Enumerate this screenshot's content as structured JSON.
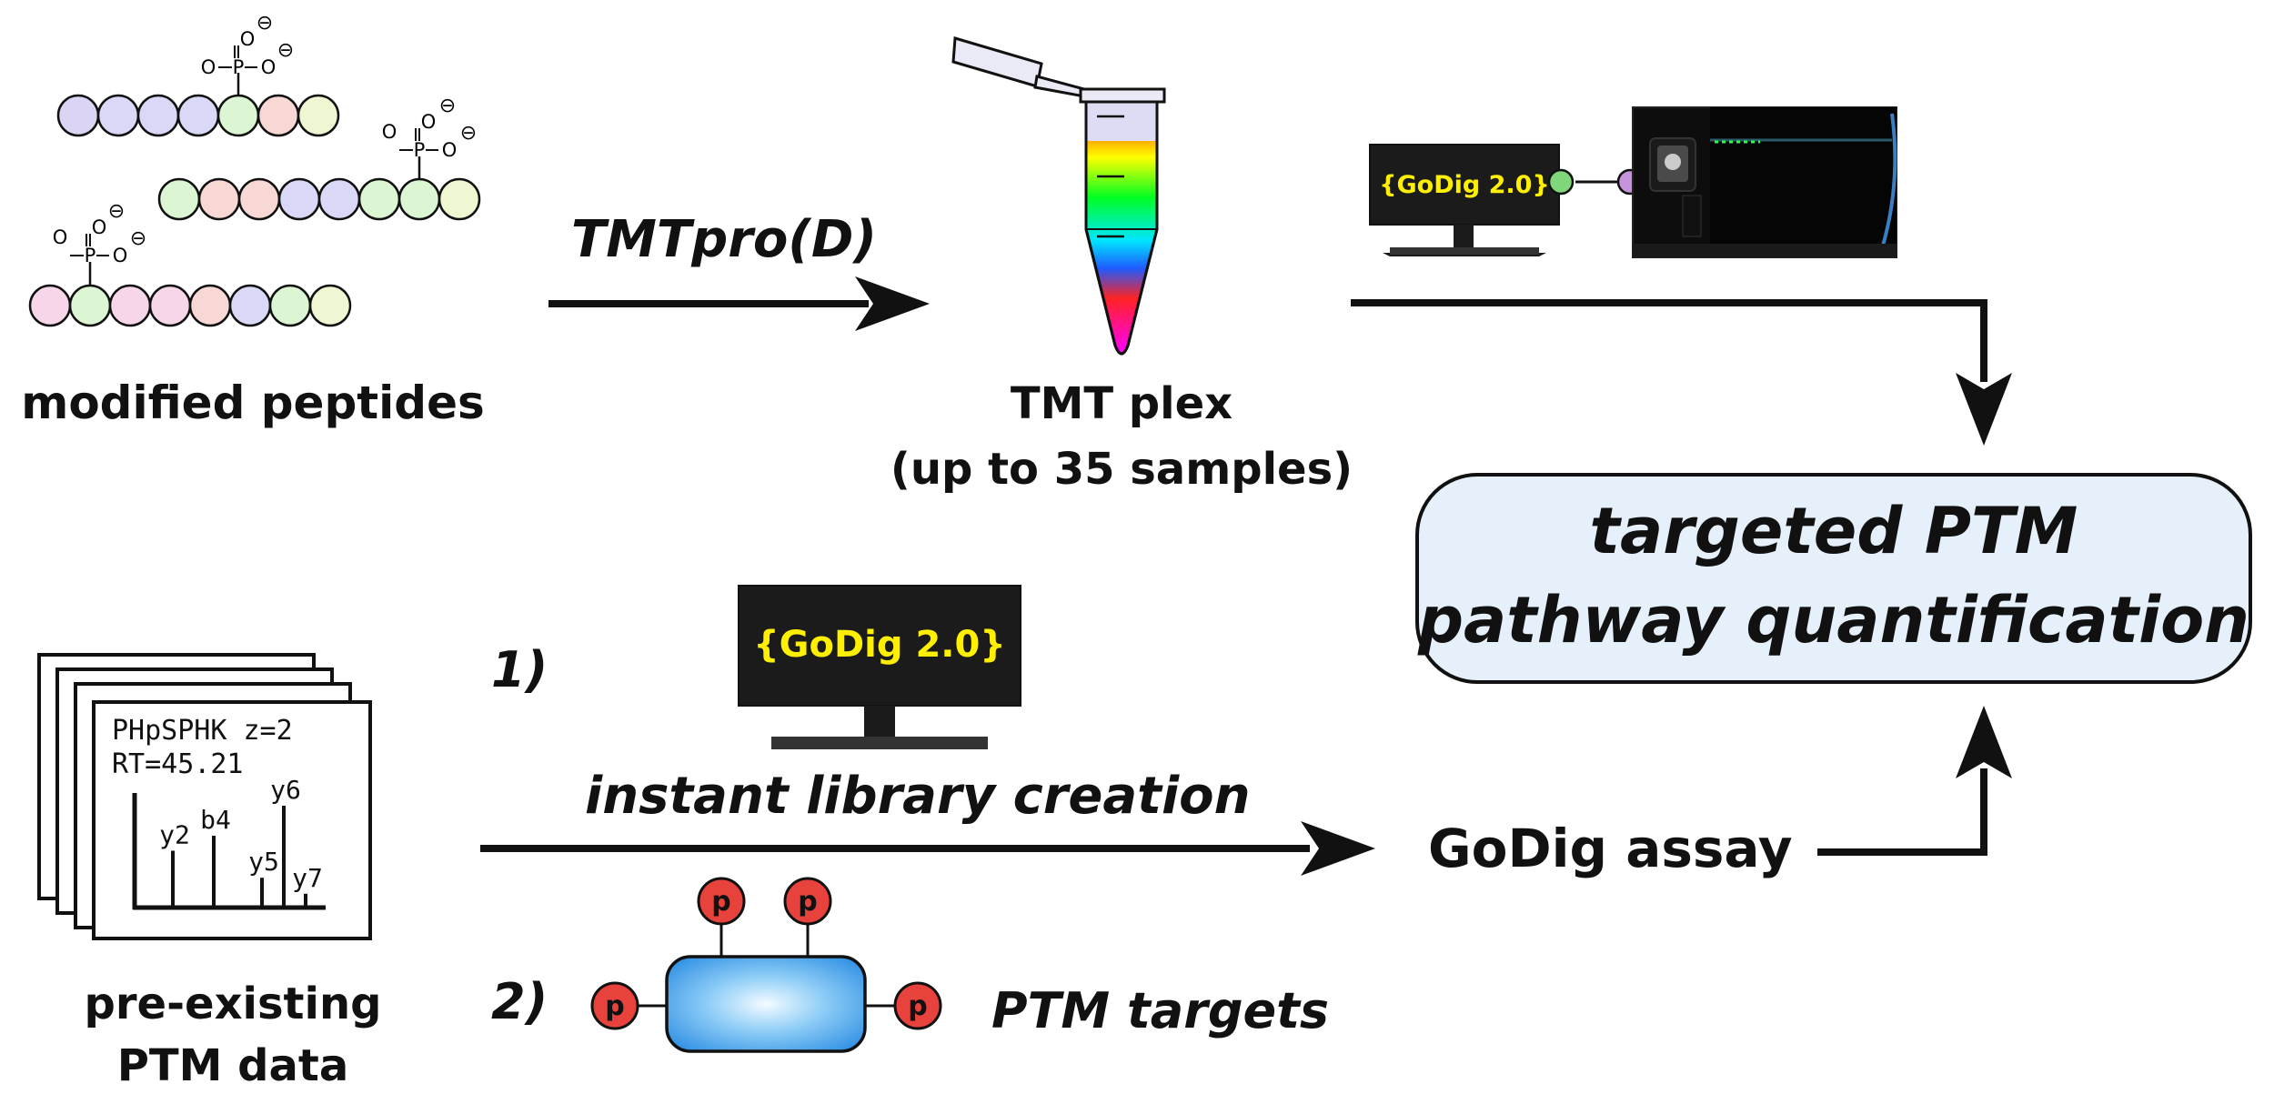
{
  "labels": {
    "modified_peptides": "modified peptides",
    "tmt_reagent": "TMTpro(D)",
    "tmt_plex_line1": "TMT plex",
    "tmt_plex_line2": "(up to 35 samples)",
    "pre_existing_line1": "pre-existing",
    "pre_existing_line2": "PTM data",
    "step1": "1)",
    "step2": "2)",
    "instant_library": "instant library creation",
    "ptm_targets": "PTM targets",
    "godig_assay": "GoDig assay",
    "result_line1": "targeted PTM",
    "result_line2": "pathway quantification",
    "godig_small": "{GoDig 2.0}",
    "godig_large": "{GoDig 2.0}"
  },
  "phospho": {
    "atom_o": "O",
    "atom_p": "P",
    "charge": "⊖",
    "p_badge": "p"
  },
  "spectrum_card": {
    "line1": "PHpSPHK z=2",
    "line2": "RT=45.21",
    "peaks": [
      {
        "label": "y2",
        "intensity": 0.55
      },
      {
        "label": "b4",
        "intensity": 0.7
      },
      {
        "label": "y5",
        "intensity": 0.28
      },
      {
        "label": "y6",
        "intensity": 1.0
      },
      {
        "label": "y7",
        "intensity": 0.12
      }
    ]
  },
  "colors": {
    "result_box_fill": "#e5f0fa",
    "godig_text": "#ffef00",
    "monitor_body": "#1b1b1b",
    "phospho_badge": "#e8423c",
    "bead_purple": "#dcd4f5",
    "bead_green": "#dcf5d2",
    "bead_pink": "#f7d6ea",
    "bead_red": "#f7d8d5",
    "bead_blue": "#d9d9f7",
    "bead_yellow": "#eff7d2"
  }
}
